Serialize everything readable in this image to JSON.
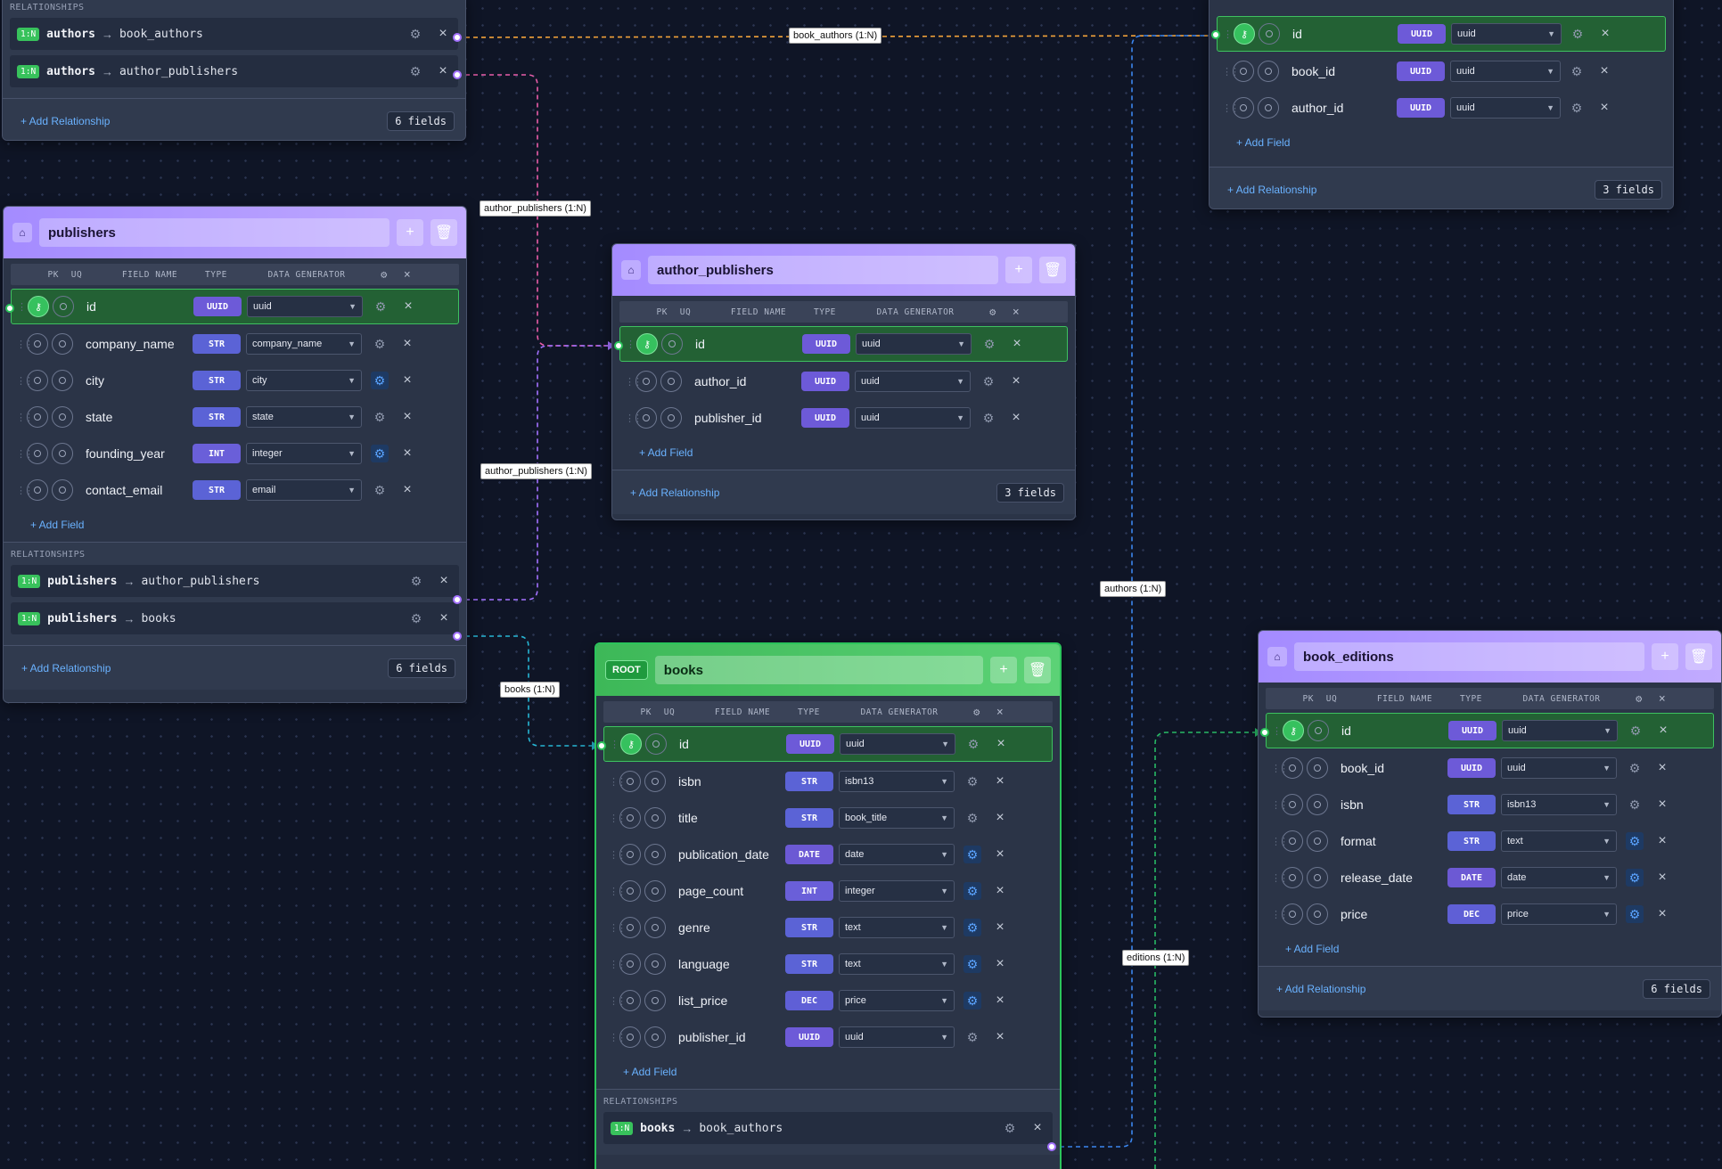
{
  "tables": {
    "authors": {
      "relationships_title": "RELATIONSHIPS",
      "relationships": [
        {
          "badge": "1:N",
          "from": "authors",
          "arrow": "→",
          "to": "book_authors"
        },
        {
          "badge": "1:N",
          "from": "authors",
          "arrow": "→",
          "to": "author_publishers"
        }
      ],
      "add_relationship": "+ Add Relationship",
      "count": "6 fields"
    },
    "book_authors": {
      "fields": [
        {
          "name": "id",
          "type": "UUID",
          "gen": "uuid",
          "pk": true
        },
        {
          "name": "book_id",
          "type": "UUID",
          "gen": "uuid"
        },
        {
          "name": "author_id",
          "type": "UUID",
          "gen": "uuid"
        }
      ],
      "add_field": "+ Add Field",
      "add_relationship": "+ Add Relationship",
      "count": "3 fields"
    },
    "publishers": {
      "title": "publishers",
      "columns": {
        "pk": "PK",
        "uq": "UQ",
        "name": "FIELD NAME",
        "type": "TYPE",
        "gen": "DATA GENERATOR"
      },
      "fields": [
        {
          "name": "id",
          "type": "UUID",
          "gen": "uuid",
          "pk": true
        },
        {
          "name": "company_name",
          "type": "STR",
          "gen": "company_name"
        },
        {
          "name": "city",
          "type": "STR",
          "gen": "city"
        },
        {
          "name": "state",
          "type": "STR",
          "gen": "state"
        },
        {
          "name": "founding_year",
          "type": "INT",
          "gen": "integer"
        },
        {
          "name": "contact_email",
          "type": "STR",
          "gen": "email"
        }
      ],
      "add_field": "+ Add Field",
      "relationships_title": "RELATIONSHIPS",
      "relationships": [
        {
          "badge": "1:N",
          "from": "publishers",
          "arrow": "→",
          "to": "author_publishers"
        },
        {
          "badge": "1:N",
          "from": "publishers",
          "arrow": "→",
          "to": "books"
        }
      ],
      "add_relationship": "+ Add Relationship",
      "count": "6 fields"
    },
    "author_publishers": {
      "title": "author_publishers",
      "columns": {
        "pk": "PK",
        "uq": "UQ",
        "name": "FIELD NAME",
        "type": "TYPE",
        "gen": "DATA GENERATOR"
      },
      "fields": [
        {
          "name": "id",
          "type": "UUID",
          "gen": "uuid",
          "pk": true
        },
        {
          "name": "author_id",
          "type": "UUID",
          "gen": "uuid"
        },
        {
          "name": "publisher_id",
          "type": "UUID",
          "gen": "uuid"
        }
      ],
      "add_field": "+ Add Field",
      "add_relationship": "+ Add Relationship",
      "count": "3 fields"
    },
    "books": {
      "root_badge": "ROOT",
      "title": "books",
      "columns": {
        "pk": "PK",
        "uq": "UQ",
        "name": "FIELD NAME",
        "type": "TYPE",
        "gen": "DATA GENERATOR"
      },
      "fields": [
        {
          "name": "id",
          "type": "UUID",
          "gen": "uuid",
          "pk": true
        },
        {
          "name": "isbn",
          "type": "STR",
          "gen": "isbn13"
        },
        {
          "name": "title",
          "type": "STR",
          "gen": "book_title"
        },
        {
          "name": "publication_date",
          "type": "DATE",
          "gen": "date"
        },
        {
          "name": "page_count",
          "type": "INT",
          "gen": "integer"
        },
        {
          "name": "genre",
          "type": "STR",
          "gen": "text"
        },
        {
          "name": "language",
          "type": "STR",
          "gen": "text"
        },
        {
          "name": "list_price",
          "type": "DEC",
          "gen": "price"
        },
        {
          "name": "publisher_id",
          "type": "UUID",
          "gen": "uuid"
        }
      ],
      "add_field": "+ Add Field",
      "relationships_title": "RELATIONSHIPS",
      "relationships": [
        {
          "badge": "1:N",
          "from": "books",
          "arrow": "→",
          "to": "book_authors"
        }
      ]
    },
    "book_editions": {
      "title": "book_editions",
      "columns": {
        "pk": "PK",
        "uq": "UQ",
        "name": "FIELD NAME",
        "type": "TYPE",
        "gen": "DATA GENERATOR"
      },
      "fields": [
        {
          "name": "id",
          "type": "UUID",
          "gen": "uuid",
          "pk": true
        },
        {
          "name": "book_id",
          "type": "UUID",
          "gen": "uuid"
        },
        {
          "name": "isbn",
          "type": "STR",
          "gen": "isbn13"
        },
        {
          "name": "format",
          "type": "STR",
          "gen": "text"
        },
        {
          "name": "release_date",
          "type": "DATE",
          "gen": "date"
        },
        {
          "name": "price",
          "type": "DEC",
          "gen": "price"
        }
      ],
      "add_field": "+ Add Field",
      "add_relationship": "+ Add Relationship",
      "count": "6 fields"
    }
  },
  "edge_labels": {
    "book_authors": "book_authors (1:N)",
    "author_publishers_a": "author_publishers (1:N)",
    "author_publishers_b": "author_publishers (1:N)",
    "authors": "authors (1:N)",
    "books": "books (1:N)",
    "editions": "editions (1:N)"
  },
  "icons": {
    "home": "home-icon",
    "plus": "plus-icon",
    "trash": "trash-icon",
    "gear": "gear-icon",
    "close": "close-icon",
    "key": "key-icon",
    "chevron": "chevron-down-icon",
    "grip": "drag-handle-icon"
  },
  "colors": {
    "canvas": "#0f1526",
    "node_header": "#b39dff",
    "root_header": "#4cc56a",
    "pk_row": "#236134",
    "type_badge": "#6d5ad8",
    "link": "#6ab2ff",
    "wire_orange": "#f2a23a",
    "wire_pink": "#e95ca8",
    "wire_purple": "#a371ff",
    "wire_cyan": "#27b6d4",
    "wire_blue": "#3b86ef",
    "wire_green": "#28b865"
  }
}
